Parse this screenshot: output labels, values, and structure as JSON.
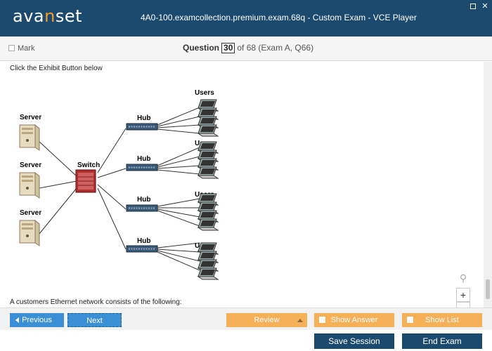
{
  "app": {
    "logo_text_left": "ava",
    "logo_text_accent": "n",
    "logo_text_right": "set",
    "title": "4A0-100.examcollection.premium.exam.68q - Custom Exam - VCE Player"
  },
  "header": {
    "mark_label": "Mark",
    "question_label": "Question",
    "question_number": "30",
    "question_suffix": "of 68 (Exam A, Q66)"
  },
  "content": {
    "prompt": "Click the Exhibit Button below",
    "question_text": "A customers Ethernet network consists of the following:",
    "exhibit": {
      "server_label": "Server",
      "switch_label": "Switch",
      "hub_label": "Hub",
      "users_label": "Users"
    }
  },
  "zoom": {
    "plus": "+",
    "minus": "−"
  },
  "nav": {
    "previous": "Previous",
    "next": "Next",
    "review": "Review",
    "show_answer": "Show Answer",
    "show_list": "Show List"
  },
  "session": {
    "save": "Save Session",
    "end": "End Exam"
  },
  "colors": {
    "titlebar": "#1c4a6e",
    "accent": "#f39c2a",
    "nav_blue": "#3b8fd4",
    "nav_orange": "#f5b058"
  }
}
